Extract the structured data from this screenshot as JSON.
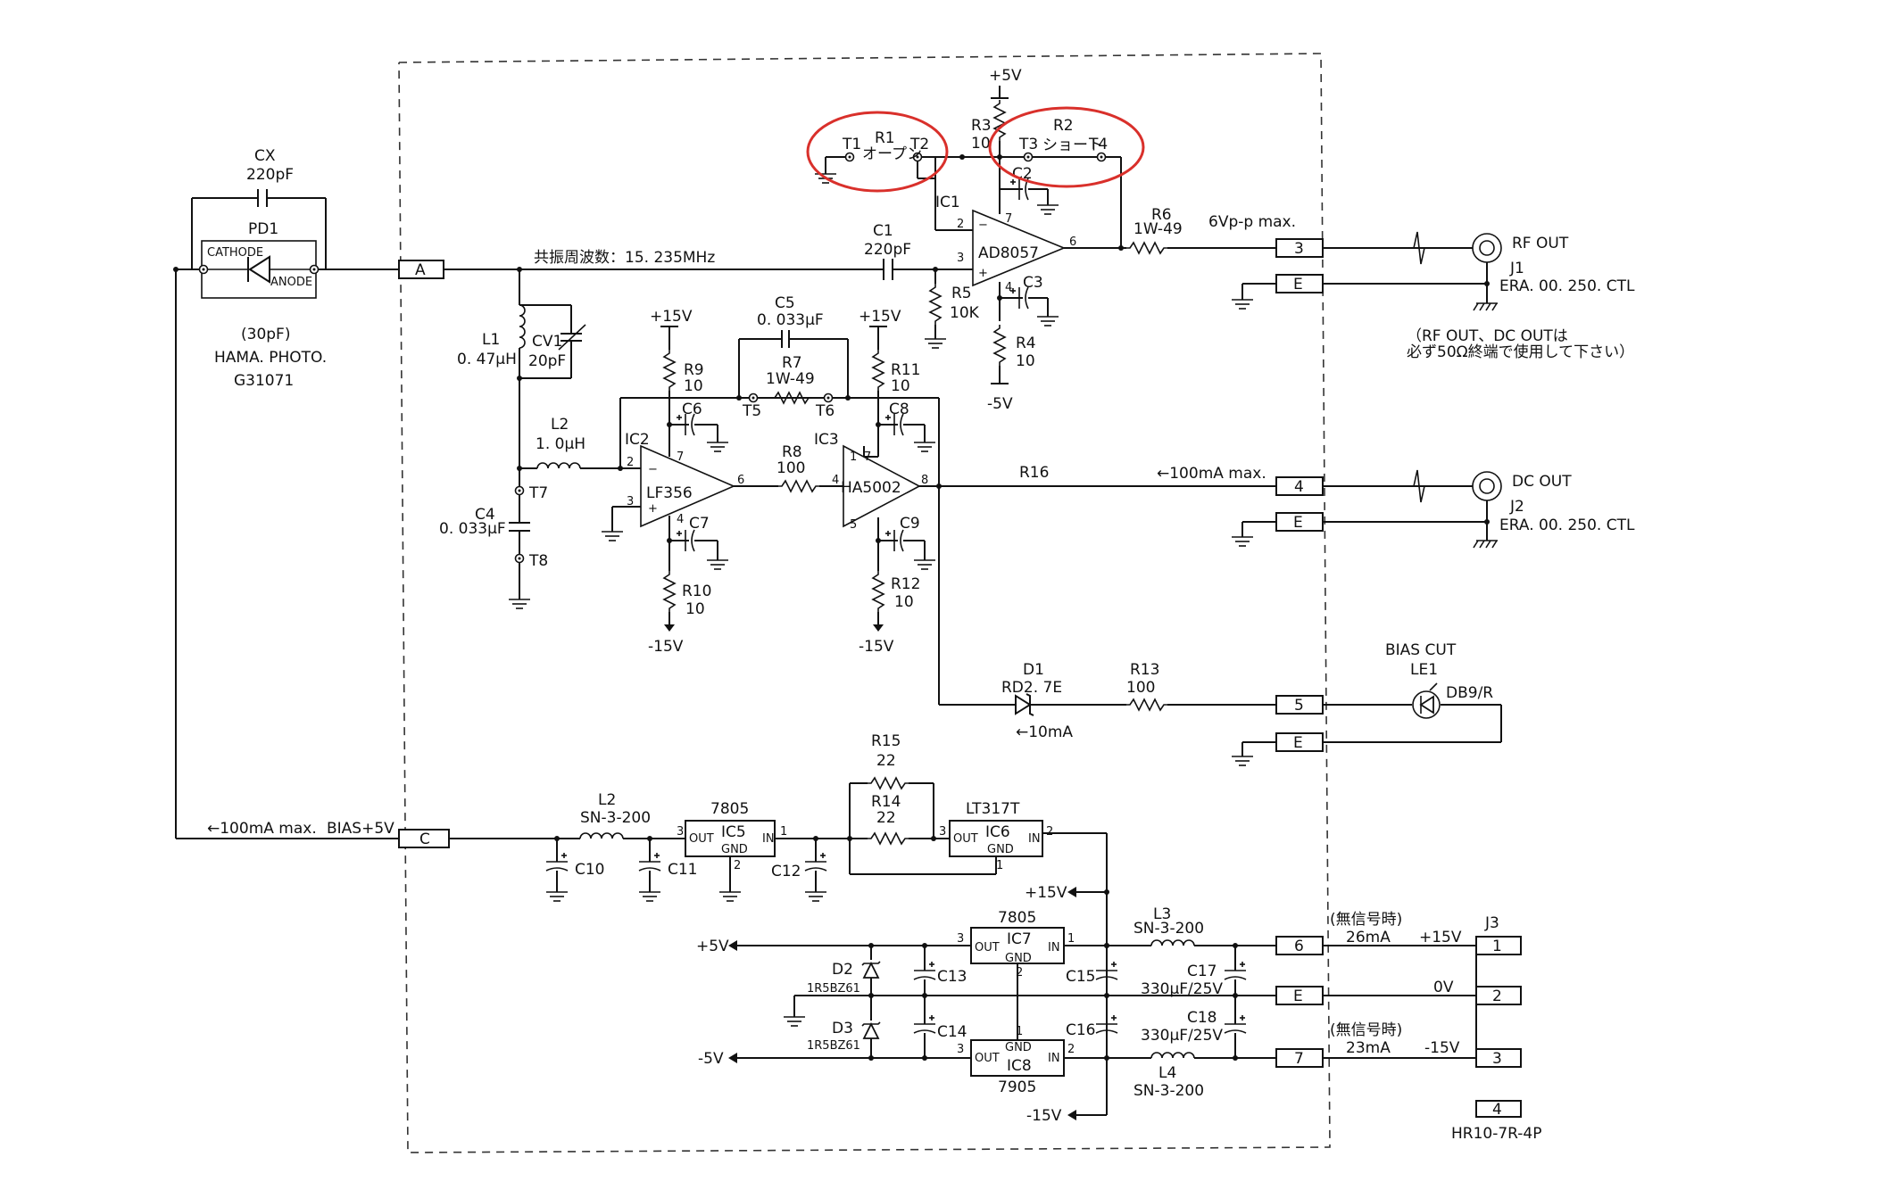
{
  "colors": {
    "ink": "#111111",
    "highlight": "#d9302b",
    "background": "#ffffff"
  },
  "labels": {
    "cx_name": "CX",
    "cx_value": "220pF",
    "pd1_name": "PD1",
    "cathode": "CATHODE",
    "anode": "ANODE",
    "pd1_cap": "(30pF)",
    "pd1_maker": "HAMA. PHOTO.",
    "pd1_part": "G31071",
    "conn_a": "A",
    "conn_c": "C",
    "resonance": "共振周波数：15. 235MHz",
    "c1_name": "C1",
    "c1_value": "220pF",
    "l1_name": "L1",
    "l1_value": "0. 47μH",
    "cv1_name": "CV1",
    "cv1_value": "20pF",
    "l2_name": "L2",
    "l2_value": "1. 0μH",
    "t7": "T7",
    "t8": "T8",
    "c4_name": "C4",
    "c4_value": "0. 033μF",
    "r1_name": "R1",
    "r1_value": "オープン",
    "t1": "T1",
    "t2": "T2",
    "r2_name": "R2",
    "r2_value": "ショート",
    "t3": "T3",
    "t4": "T4",
    "plus5v": "+5V",
    "minus5v": "-5V",
    "r3_name": "R3",
    "r3_value": "10",
    "ic1": "IC1",
    "ad8057": "AD8057",
    "c2": "C2",
    "c3": "C3",
    "r4_name": "R4",
    "r4_value": "10",
    "r5_name": "R5",
    "r5_value": "10K",
    "r6_name": "R6",
    "r6_value": "1W-49",
    "rf_swing": "6Vp-p max.",
    "pin2": "2",
    "pin3": "3",
    "pin4": "4",
    "pin5": "5",
    "pin6": "6",
    "pin7": "7",
    "pin8": "8",
    "pin1": "1",
    "conn_3": "3",
    "conn_e": "E",
    "conn_4": "4",
    "conn_5": "5",
    "rf_out": "RF OUT",
    "j1": "J1",
    "era": "ERA. 00. 250. CTL",
    "note1": "（RF  OUT、DC  OUTは",
    "note2": "必ず50Ω終端で使用して下さい）",
    "plus15v": "+15V",
    "minus15v": "-15V",
    "r9_name": "R9",
    "r9_value": "10",
    "r10_name": "R10",
    "r10_value": "10",
    "c5_name": "C5",
    "c5_value": "0. 033μF",
    "r7_name": "R7",
    "r7_value": "1W-49",
    "t5": "T5",
    "t6": "T6",
    "r11_name": "R11",
    "r11_value": "10",
    "r12_name": "R12",
    "r12_value": "10",
    "ic2": "IC2",
    "lf356": "LF356",
    "c6": "C6",
    "c7": "C7",
    "c8": "C8",
    "c9": "C9",
    "r8_name": "R8",
    "r8_value": "100",
    "ic3": "IC3",
    "ha5002": "HA5002",
    "r16": "R16",
    "dc_current": "←100mA max.",
    "dc_out": "DC OUT",
    "j2": "J2",
    "d1_name": "D1",
    "d1_value": "RD2. 7E",
    "d1_current": "←10mA",
    "r13_name": "R13",
    "r13_value": "100",
    "bias_cut": "BIAS CUT",
    "le1": "LE1",
    "db9r": "DB9/R",
    "bias_current": "←100mA max.",
    "bias_label": "BIAS+5V",
    "l2b_name": "L2",
    "l2b_value": "SN-3-200",
    "ic5_type": "7805",
    "ic5": "IC5",
    "out": "OUT",
    "in": "IN",
    "gnd": "GND",
    "c10": "C10",
    "c11": "C11",
    "c12": "C12",
    "r15_name": "R15",
    "r15_value": "22",
    "r14_name": "R14",
    "r14_value": "22",
    "lt317t": "LT317T",
    "ic6": "IC6",
    "ic7_type": "7805",
    "ic7": "IC7",
    "ic8_type": "7905",
    "ic8": "IC8",
    "l3_name": "L3",
    "l3_value": "SN-3-200",
    "l4_name": "L4",
    "l4_value": "SN-3-200",
    "d2": "D2",
    "d3": "D3",
    "diode_part": "1R5BZ61",
    "c13": "C13",
    "c14": "C14",
    "c15": "C15",
    "c16": "C16",
    "c17_name": "C17",
    "c17_value": "330μF/25V",
    "c18_name": "C18",
    "c18_value": "330μF/25V",
    "conn_6": "6",
    "conn_7": "7",
    "no_signal1": "(無信号時)",
    "cur26": "26mA",
    "no_signal2": "(無信号時)",
    "cur23": "23mA",
    "j3": "J3",
    "j3_1": "1",
    "j3_2": "2",
    "j3_3": "3",
    "j3_4": "4",
    "zero_v": "0V",
    "hr10": "HR10-7R-4P"
  }
}
